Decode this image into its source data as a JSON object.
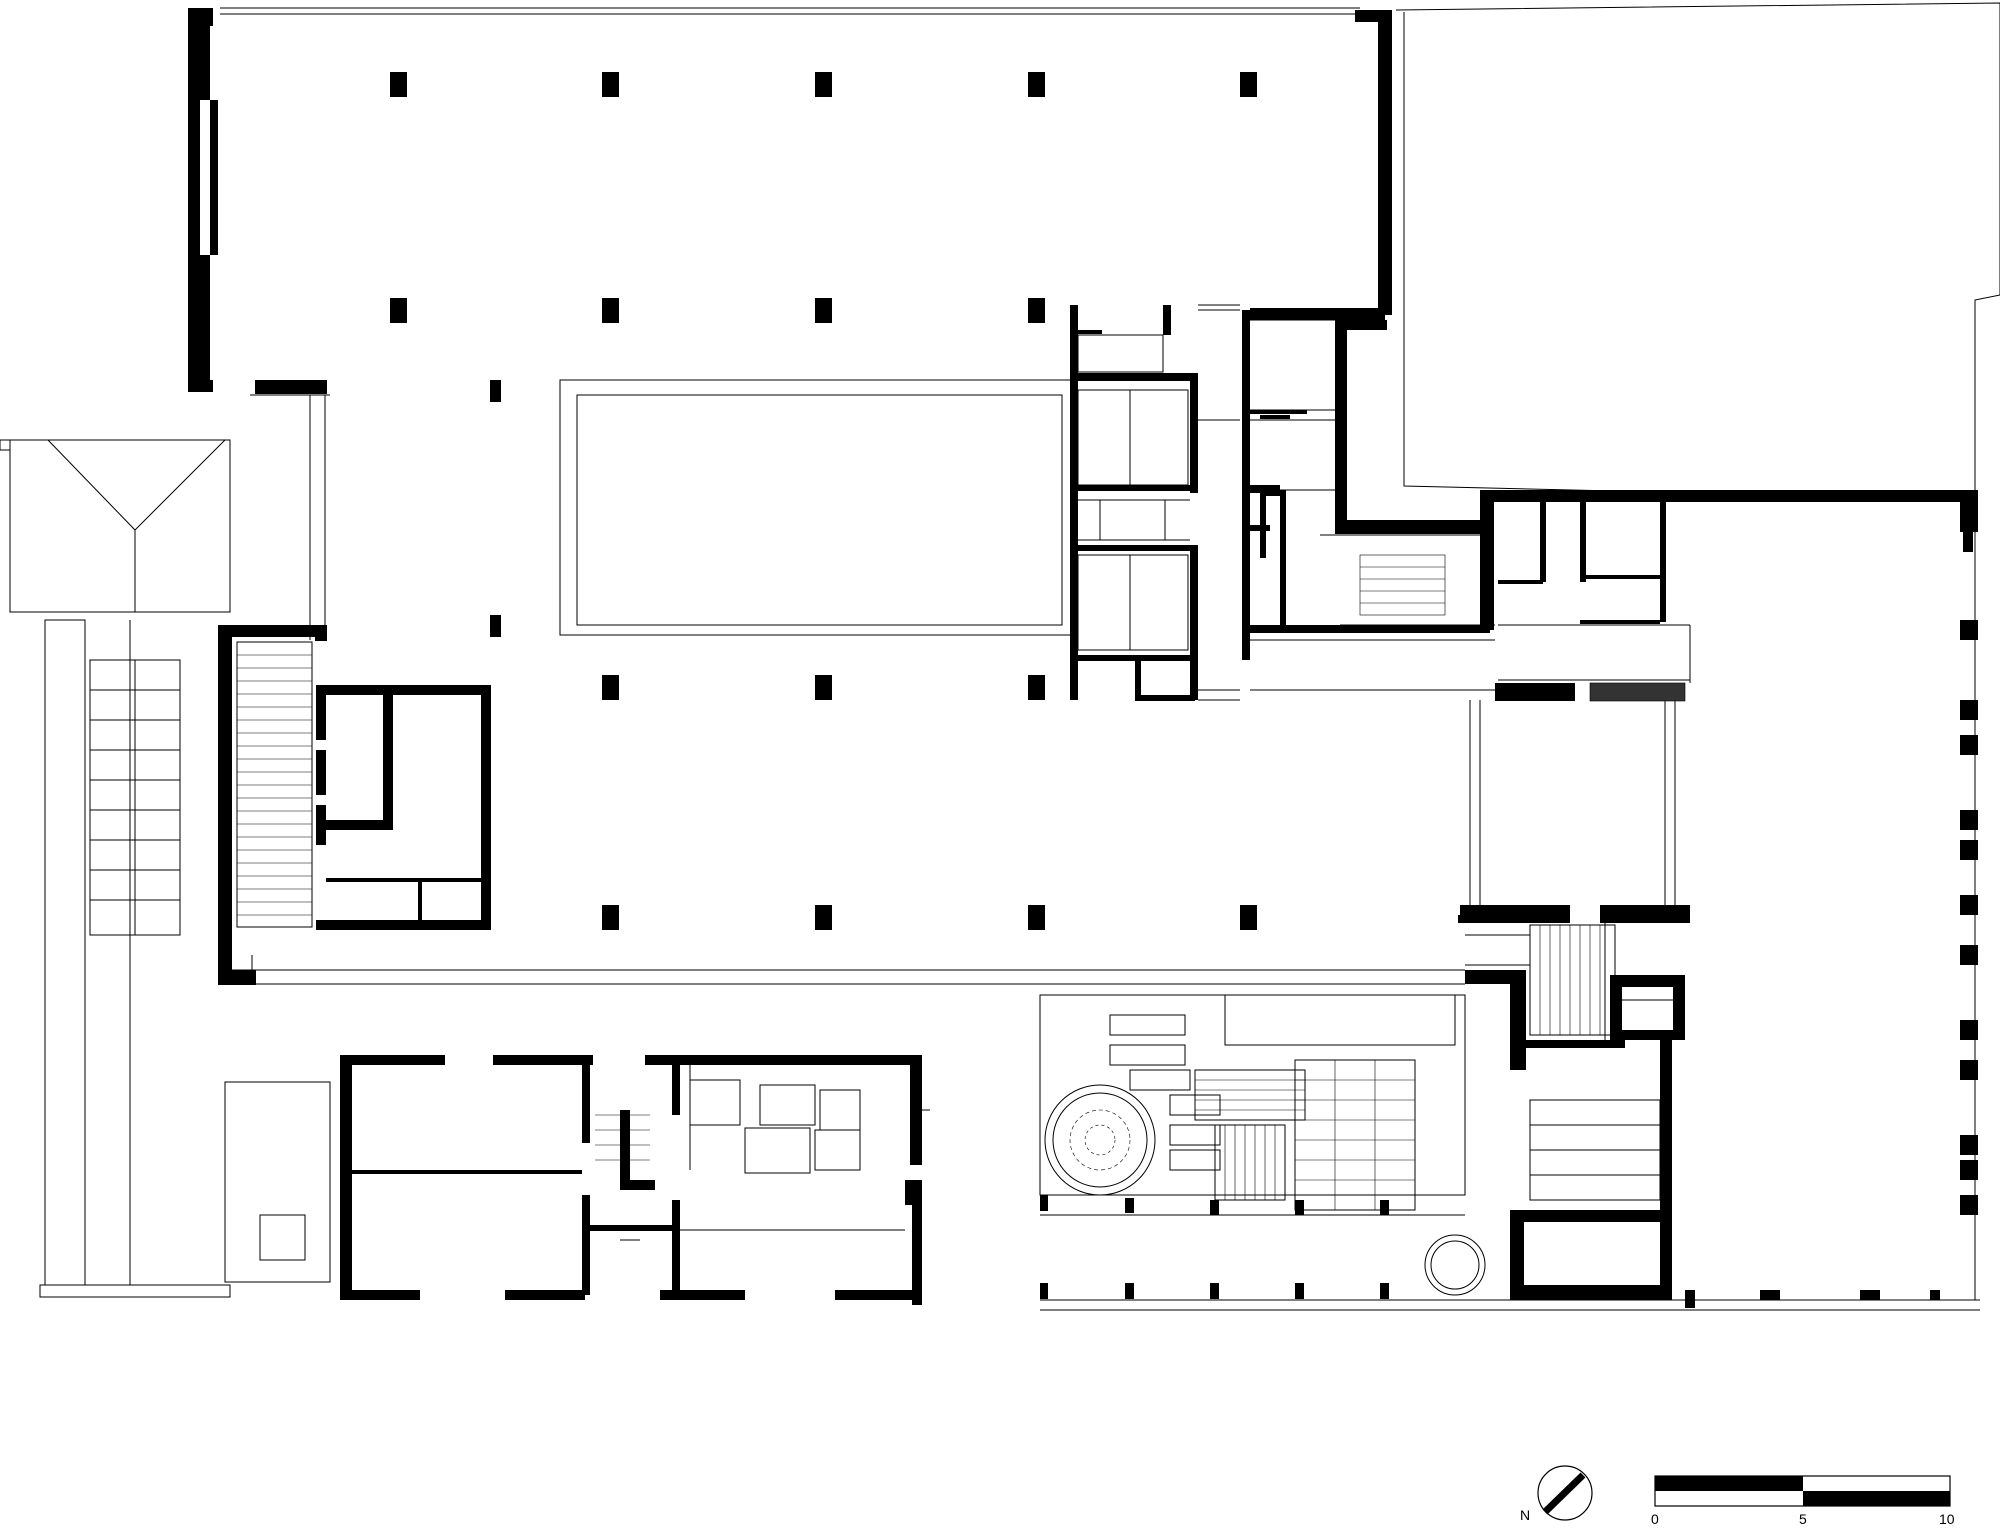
{
  "drawing": {
    "wall_color": "#000000",
    "line_color": "#000000",
    "background": "#ffffff"
  },
  "north_arrow": {
    "label": "N",
    "icon": "north-arrow-icon"
  },
  "scale_bar": {
    "ticks": [
      "0",
      "5",
      "10"
    ]
  }
}
